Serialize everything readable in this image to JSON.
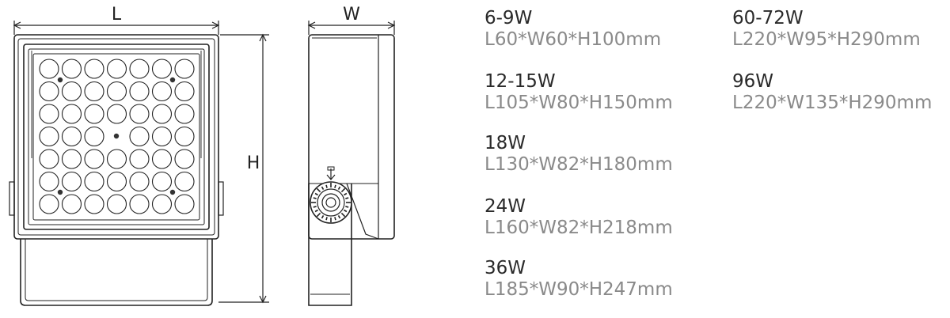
{
  "labels": {
    "length": "L",
    "width": "W",
    "height": "H"
  },
  "specs": [
    {
      "watt": "6-9W",
      "dims": "L60*W60*H100mm"
    },
    {
      "watt": "12-15W",
      "dims": "L105*W80*H150mm"
    },
    {
      "watt": "18W",
      "dims": "L130*W82*H180mm"
    },
    {
      "watt": "24W",
      "dims": "L160*W82*H218mm"
    },
    {
      "watt": "36W",
      "dims": "L185*W90*H247mm"
    },
    {
      "watt": "60-72W",
      "dims": "L220*W95*H290mm"
    },
    {
      "watt": "96W",
      "dims": "L220*W135*H290mm"
    }
  ]
}
